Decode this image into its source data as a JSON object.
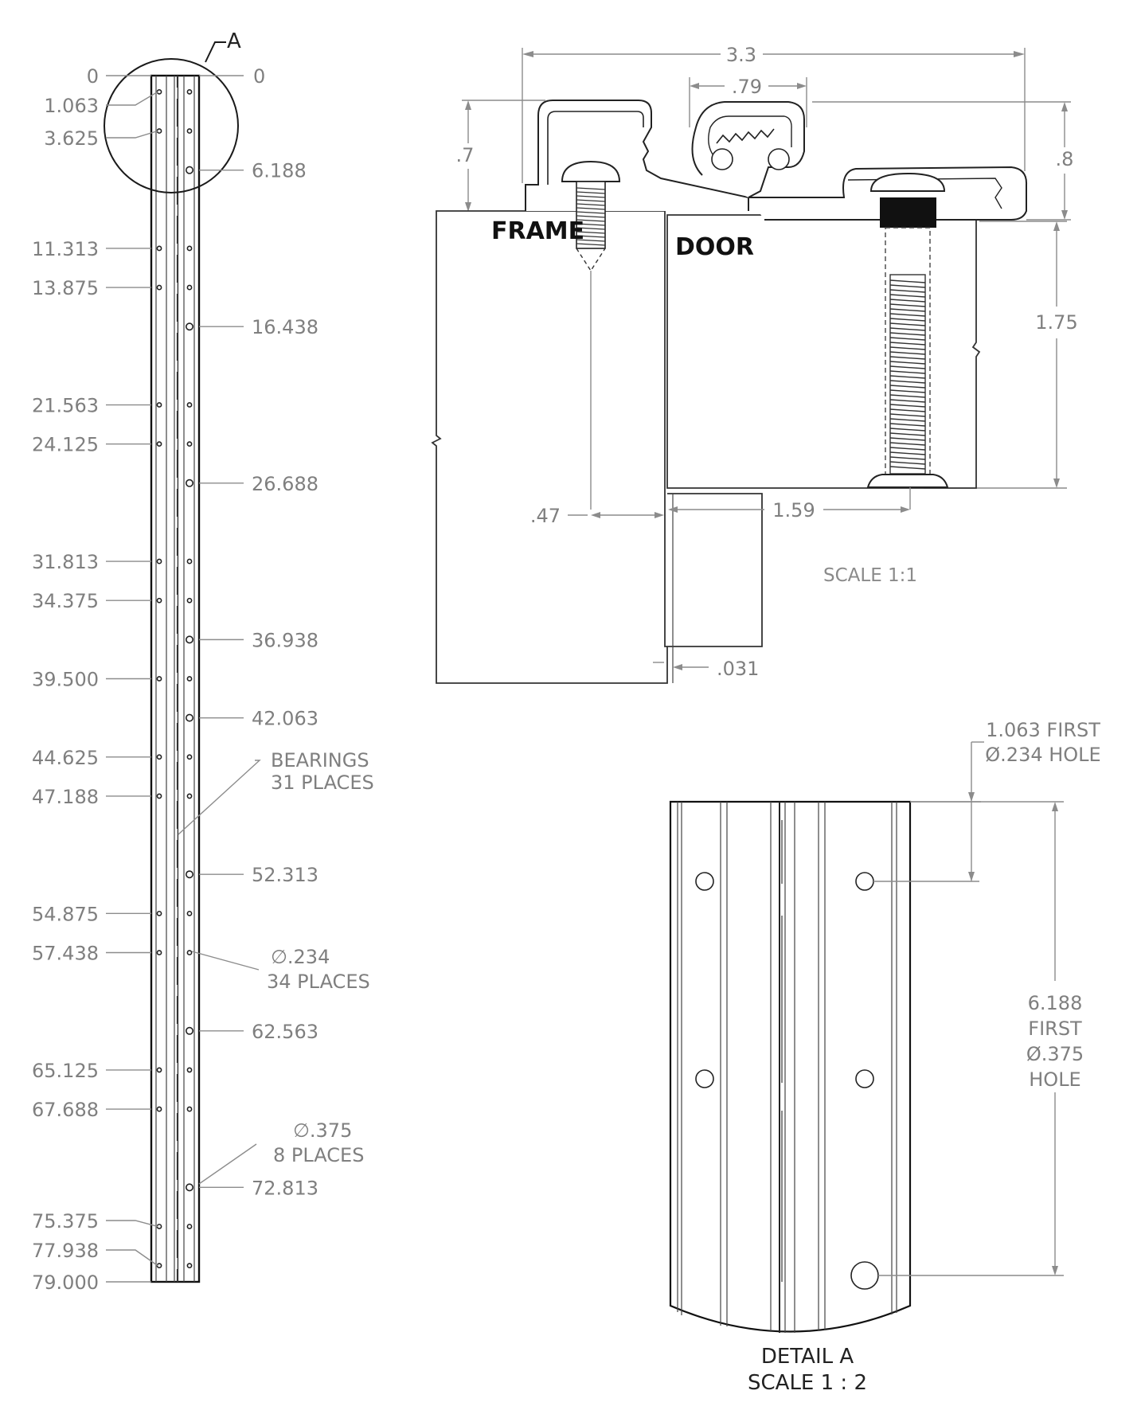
{
  "left_view": {
    "detail_callout": "A",
    "right_zero": "0",
    "left_dims": [
      "0",
      "1.063",
      "3.625",
      "11.313",
      "13.875",
      "21.563",
      "24.125",
      "31.813",
      "34.375",
      "39.500",
      "44.625",
      "47.188",
      "54.875",
      "57.438",
      "65.125",
      "67.688",
      "75.375",
      "77.938",
      "79.000"
    ],
    "right_dims": [
      "6.188",
      "16.438",
      "26.688",
      "36.938",
      "42.063",
      "52.313",
      "62.563",
      "72.813"
    ],
    "bearings_note": [
      "BEARINGS",
      "31 PLACES"
    ],
    "small_hole_note": [
      "∅.234",
      "34 PLACES"
    ],
    "large_hole_note": [
      "∅.375",
      "8 PLACES"
    ]
  },
  "section_view": {
    "overall_width": "3.3",
    "knuckle_width": ".79",
    "frame_leaf_height": ".7",
    "door_leaf_height": ".8",
    "door_thickness": "1.75",
    "frame_offset": ".47",
    "door_offset": "1.59",
    "gap": ".031",
    "frame_label": "FRAME",
    "door_label": "DOOR",
    "scale": "SCALE 1:1"
  },
  "detail_view": {
    "first_small_hole_note": [
      "1.063 FIRST",
      "Ø.234 HOLE"
    ],
    "first_large_hole_note": [
      "6.188",
      "FIRST",
      "Ø.375",
      "HOLE"
    ],
    "title": [
      "DETAIL A",
      "SCALE 1 : 2"
    ]
  }
}
